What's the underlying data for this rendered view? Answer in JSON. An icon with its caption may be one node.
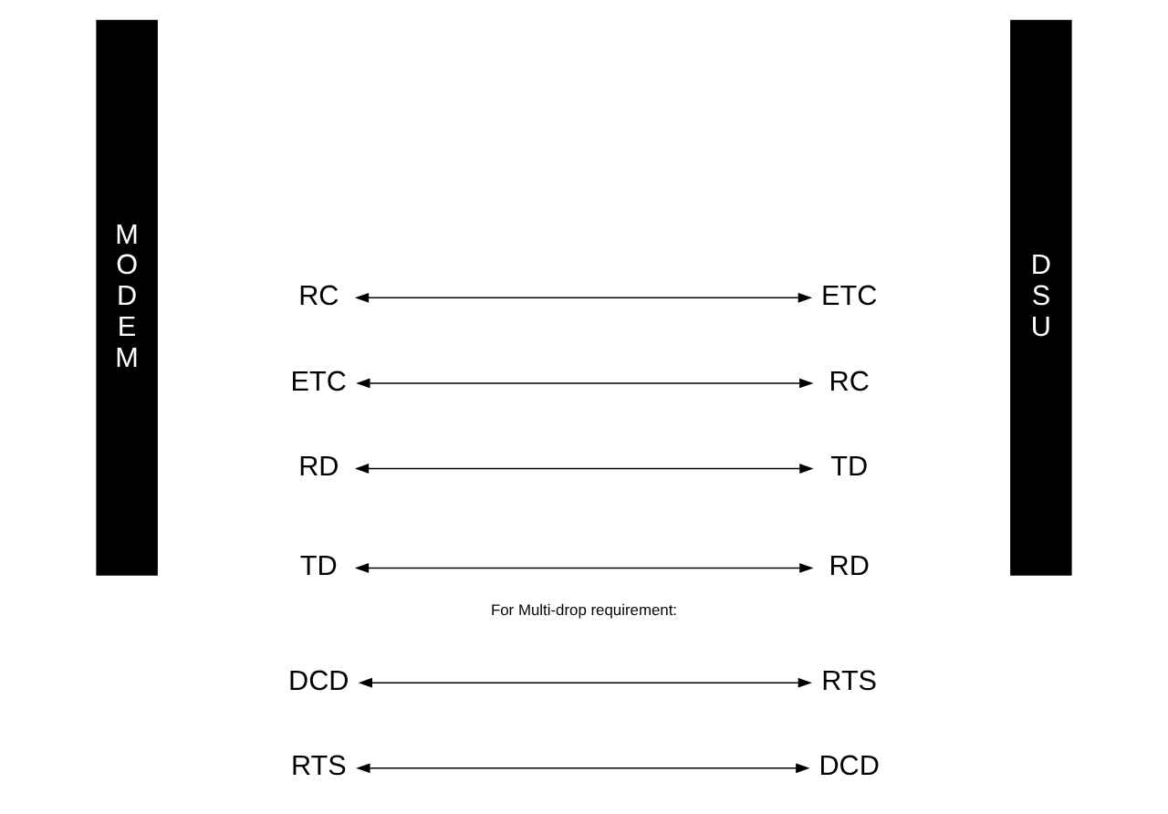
{
  "diagram": {
    "nodes": [
      {
        "text": [
          "MODEM"
        ]
      },
      {
        "text": [
          "RC"
        ]
      },
      {
        "text": [
          "ETC"
        ]
      },
      {
        "text": [
          "RD"
        ]
      },
      {
        "text": [
          "TD"
        ]
      },
      {
        "text": [
          "DCD"
        ]
      },
      {
        "text": [
          "RTS"
        ]
      },
      {
        "text": [
          "DSU"
        ]
      },
      {
        "text": [
          "ETC"
        ]
      },
      {
        "text": [
          "RC"
        ]
      },
      {
        "text": [
          "TD"
        ]
      },
      {
        "text": [
          "RD"
        ]
      },
      {
        "text": [
          "RTS"
        ]
      },
      {
        "text": [
          "DCD"
        ]
      }
    ],
    "edges": [
      {
        "from": 1,
        "to": 8,
        "arrow": "both"
      },
      {
        "from": 2,
        "to": 9,
        "arrow": "both"
      },
      {
        "from": 3,
        "to": 10,
        "arrow": "both"
      },
      {
        "from": 4,
        "to": 11,
        "arrow": "both"
      },
      {
        "from": 5,
        "to": 12,
        "arrow": "both"
      },
      {
        "from": 6,
        "to": 13,
        "arrow": "both"
      }
    ],
    "labels": [
      "For Multi-drop requirement:"
    ]
  }
}
